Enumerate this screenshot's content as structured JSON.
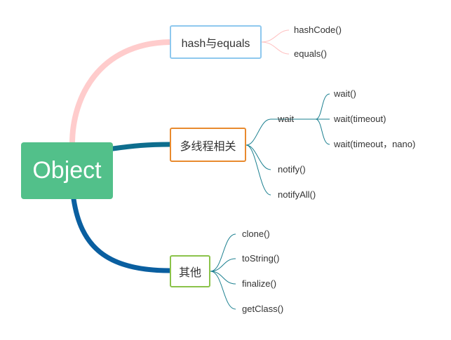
{
  "root": {
    "label": "Object",
    "color": "#52c08a"
  },
  "branches": [
    {
      "label": "hash与equals",
      "border": "#8ec8ee",
      "line_color": "#ffcccc",
      "children": [
        {
          "label": "hashCode()"
        },
        {
          "label": "equals()"
        }
      ]
    },
    {
      "label": "多线程相关",
      "border": "#e88a2e",
      "line_color": "#0e6e8e",
      "children": [
        {
          "label": "wait",
          "children": [
            "wait()",
            "wait(timeout)",
            "wait(timeout，nano)"
          ]
        },
        {
          "label": "notify()"
        },
        {
          "label": "notifyAll()"
        }
      ]
    },
    {
      "label": "其他",
      "border": "#8bc34a",
      "line_color": "#0a5fa0",
      "children": [
        {
          "label": "clone()"
        },
        {
          "label": "toString()"
        },
        {
          "label": "finalize()"
        },
        {
          "label": "getClass()"
        }
      ]
    }
  ],
  "sub_line_color": "#1a7f8f",
  "hash_line_color": "#ffc0c0"
}
